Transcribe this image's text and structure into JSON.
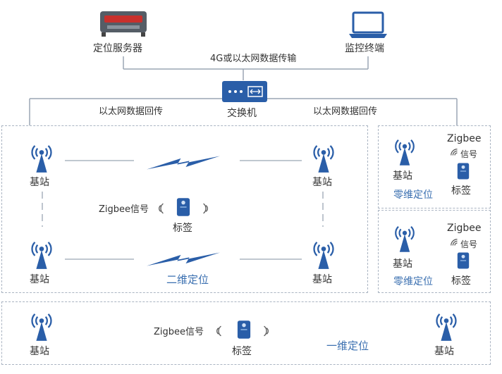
{
  "top": {
    "server_label": "定位服务器",
    "terminal_label": "监控终端",
    "uplink_label": "4G或以太网数据传输",
    "switch_label": "交换机",
    "backhaul_left": "以太网数据回传",
    "backhaul_right": "以太网数据回传"
  },
  "two_d": {
    "stations": [
      "基站",
      "基站",
      "基站",
      "基站"
    ],
    "signal_label": "Zigbee信号",
    "tag_label": "标签",
    "caption": "二维定位"
  },
  "zero_d_upper": {
    "station_label": "基站",
    "zigbee_label": "Zigbee",
    "signal_label": "信号",
    "tag_label": "标签",
    "caption": "零维定位"
  },
  "zero_d_lower": {
    "station_label": "基站",
    "zigbee_label": "Zigbee",
    "signal_label": "信号",
    "tag_label": "标签",
    "caption": "零维定位"
  },
  "one_d": {
    "station_left": "基站",
    "station_right": "基站",
    "signal_label": "Zigbee信号",
    "tag_label": "标签",
    "caption": "一维定位"
  },
  "colors": {
    "primary": "#2a5ea8",
    "caption": "#3a6fb0",
    "line": "#9aa6b4",
    "dash_border": "#aab4c2"
  }
}
